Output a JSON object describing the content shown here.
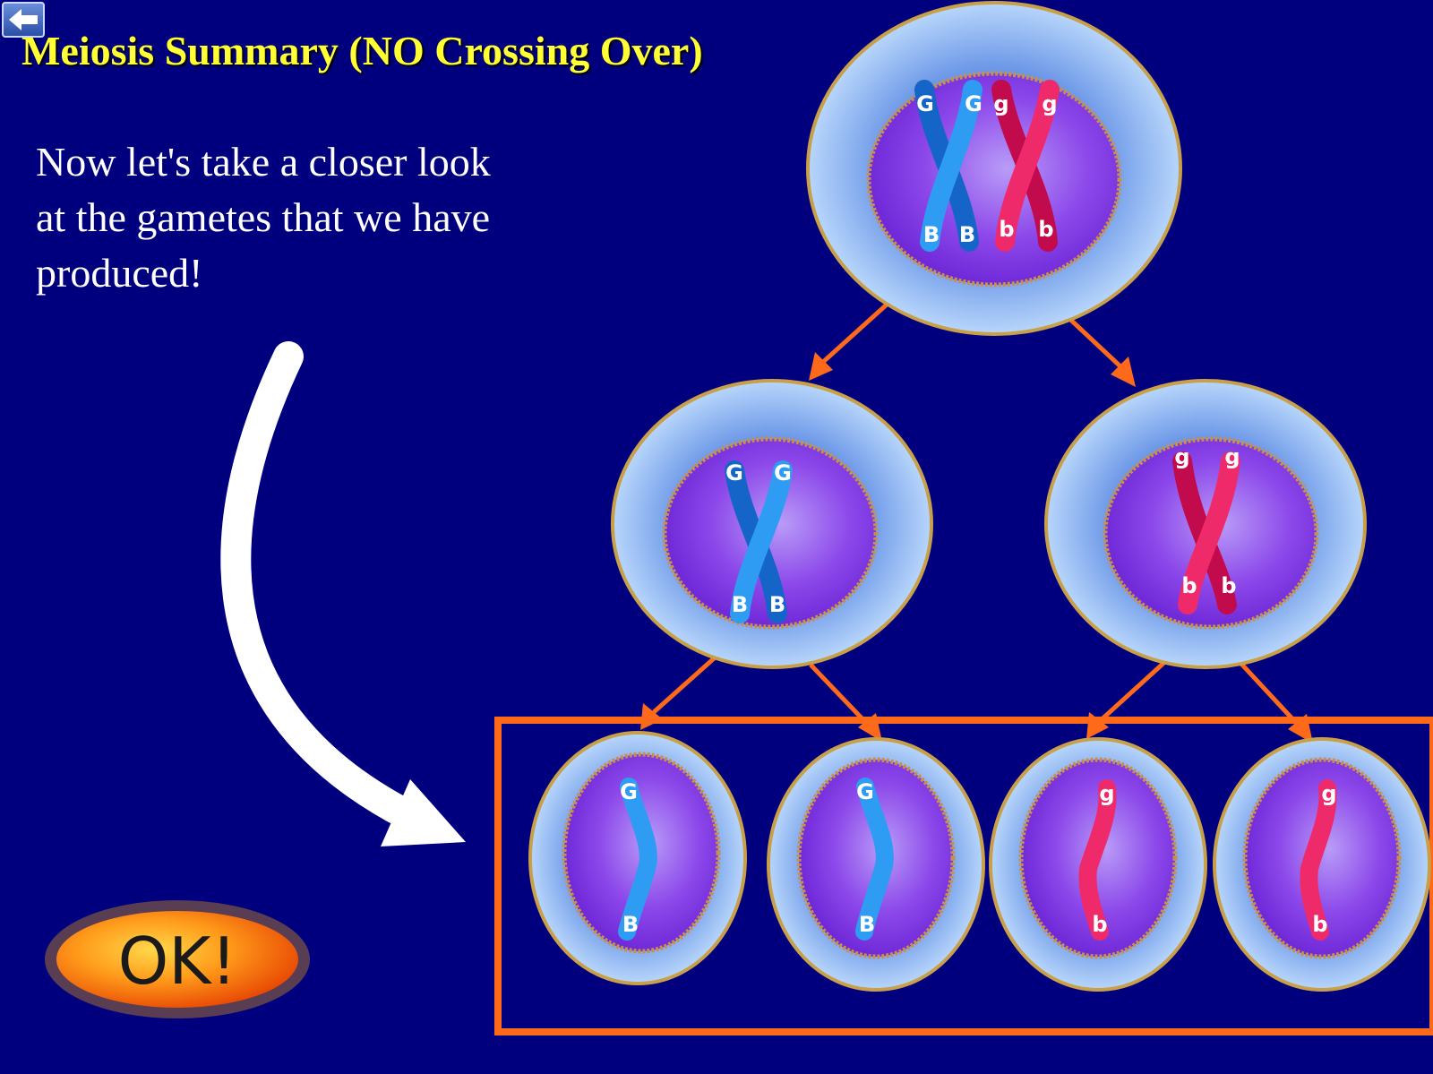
{
  "window": {
    "title": "Meiosis Summary (NO Crossing Over)",
    "intro_text": "Now let's take a closer look at the gametes that we have produced!",
    "back_icon": "left-arrow-icon"
  },
  "ok_button": {
    "label": "OK!"
  },
  "colors": {
    "background": "#00007f",
    "title": "#ffff33",
    "text": "#ffffff",
    "arrow": "#ff6a1a",
    "gamete_box": "#ff6a1a",
    "chromosome_blue": "#1e8fe0",
    "chromosome_red": "#e8195a",
    "nucleus": "#8a3fe8",
    "cytoplasm": "#9fc4f5"
  },
  "cells": {
    "parent": {
      "labels_top": [
        "G",
        "G",
        "g",
        "g"
      ],
      "labels_bottom": [
        "B",
        "B",
        "b",
        "b"
      ]
    },
    "daughter_1": {
      "labels_top": [
        "G",
        "G"
      ],
      "labels_bottom": [
        "B",
        "B"
      ]
    },
    "daughter_2": {
      "labels_top": [
        "g",
        "g"
      ],
      "labels_bottom": [
        "b",
        "b"
      ]
    },
    "gametes": [
      {
        "top": "G",
        "bottom": "B"
      },
      {
        "top": "G",
        "bottom": "B"
      },
      {
        "top": "g",
        "bottom": "b"
      },
      {
        "top": "g",
        "bottom": "b"
      }
    ]
  }
}
